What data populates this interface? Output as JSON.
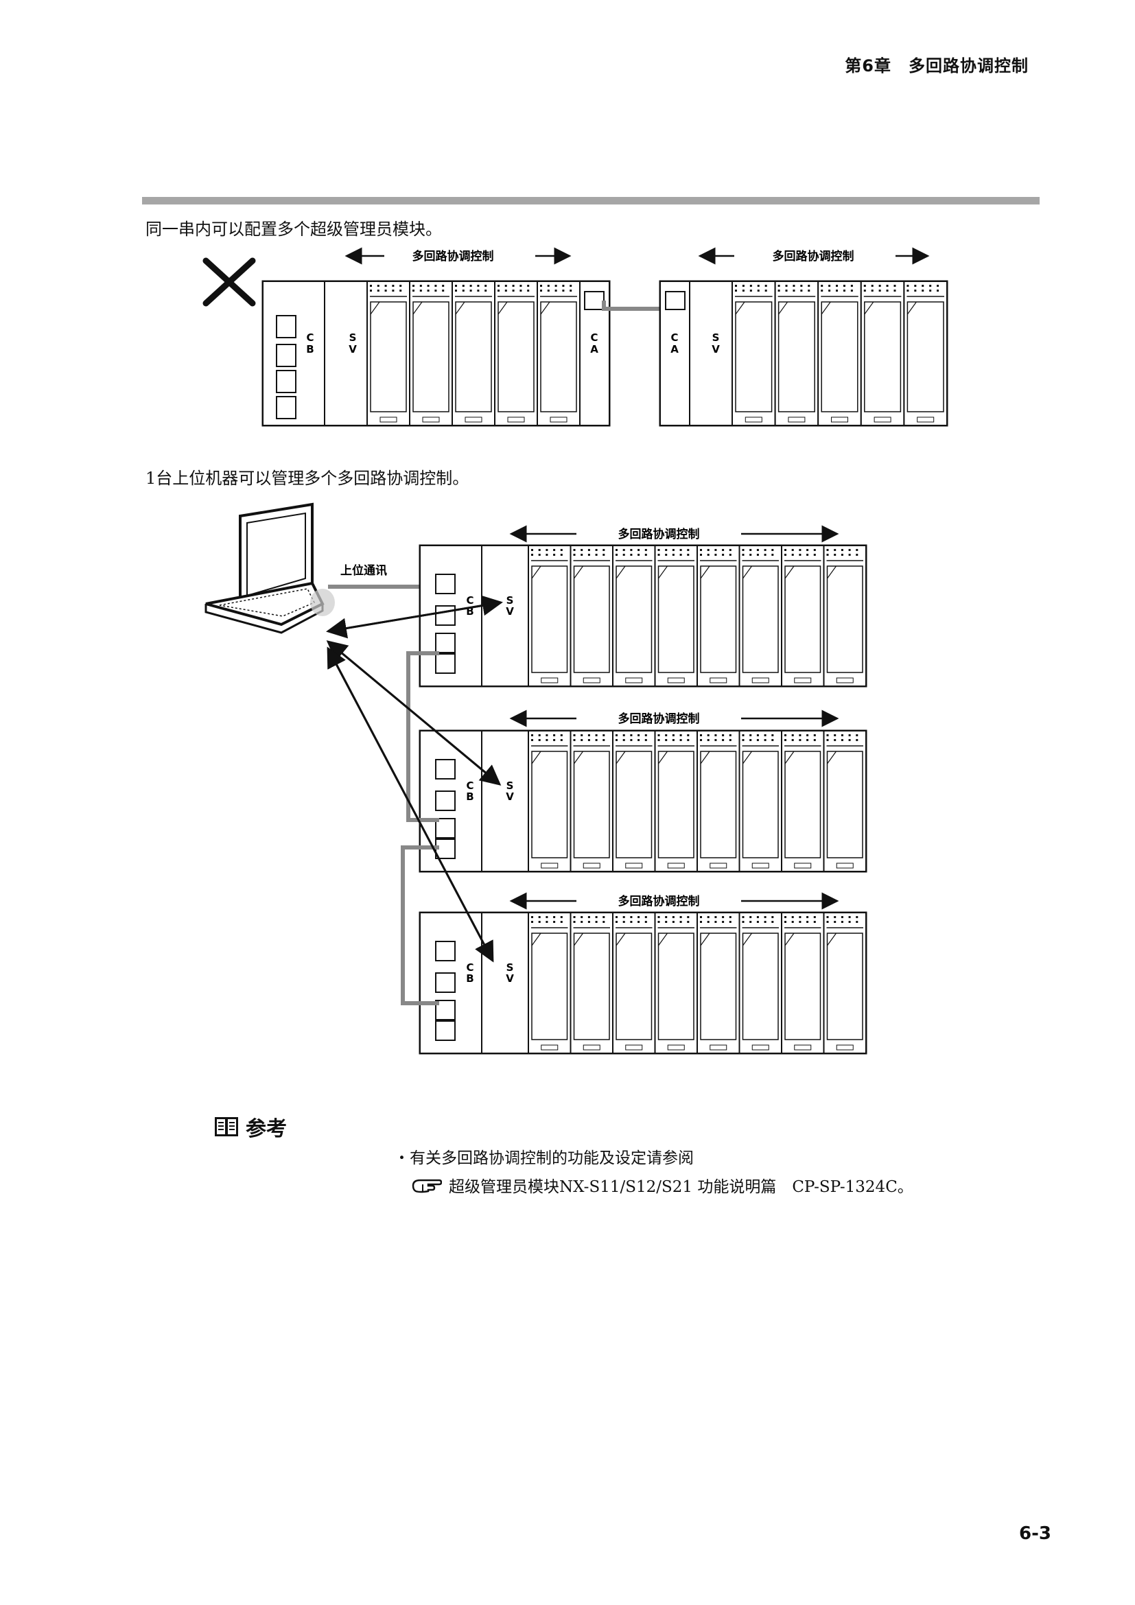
{
  "header": {
    "chapter": "第6章　多回路协调控制"
  },
  "section1": {
    "text": "同一串内可以配置多个超级管理员模块。"
  },
  "diagram1": {
    "arrow_label_left": "多回路协调控制",
    "arrow_label_right": "多回路协调控制",
    "cross_icon": "x-mark-icon",
    "letters_cb": [
      "C",
      "B"
    ],
    "letters_sv": [
      "S",
      "V"
    ],
    "letters_ca": [
      "C",
      "A"
    ]
  },
  "section2": {
    "text": "1台上位机器可以管理多个多回路协调控制。"
  },
  "diagram2": {
    "comm_label": "上位通讯",
    "rack_label": "多回路协调控制",
    "letters_cb": [
      "C",
      "B"
    ],
    "letters_sv": [
      "S",
      "V"
    ]
  },
  "reference": {
    "title": "参考",
    "icon": "book-icon",
    "bullet": "・",
    "line1": "有关多回路协调控制的功能及设定请参阅",
    "pointer_icon": "pointing-hand-icon",
    "line2": "超级管理员模块NX-S11/S12/S21 功能说明篇　CP-SP-1324C。"
  },
  "page_number": "6-3"
}
